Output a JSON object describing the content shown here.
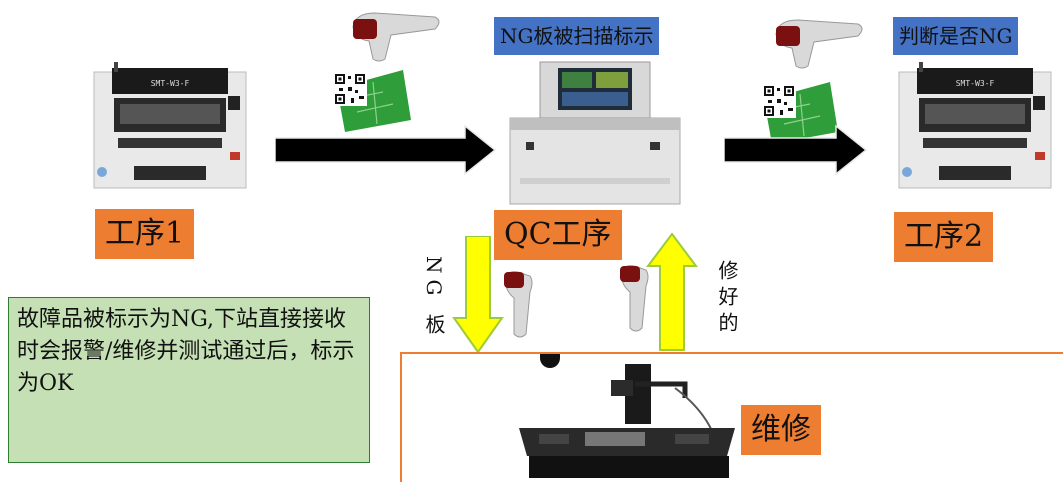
{
  "labels": {
    "step1": "工序1",
    "qc": "QC工序",
    "step2": "工序2",
    "repair": "维修",
    "ng_scanned": "NG板被扫描标示",
    "judge_ng": "判断是否NG"
  },
  "vertical": {
    "ng_board": "NG 板",
    "repaired": "修好的"
  },
  "note": {
    "text": "故障品被标示为NG,下站直接接收时会报警/维修并测试通过后，标示为OK"
  },
  "machines": {
    "smt_label": "SMT-W3-F"
  },
  "colors": {
    "orange": "#ED7D31",
    "blue": "#4472C4",
    "note_green": "#C5E0B4",
    "arrow_yellow": "#FFFF00",
    "arrow_black": "#000000",
    "pcb_green": "#2E9D3A"
  },
  "icons": [
    "barcode-scanner-icon",
    "qr-code-icon",
    "pcb-board-icon",
    "smt-machine-icon",
    "aoi-machine-icon",
    "rework-station-icon"
  ]
}
